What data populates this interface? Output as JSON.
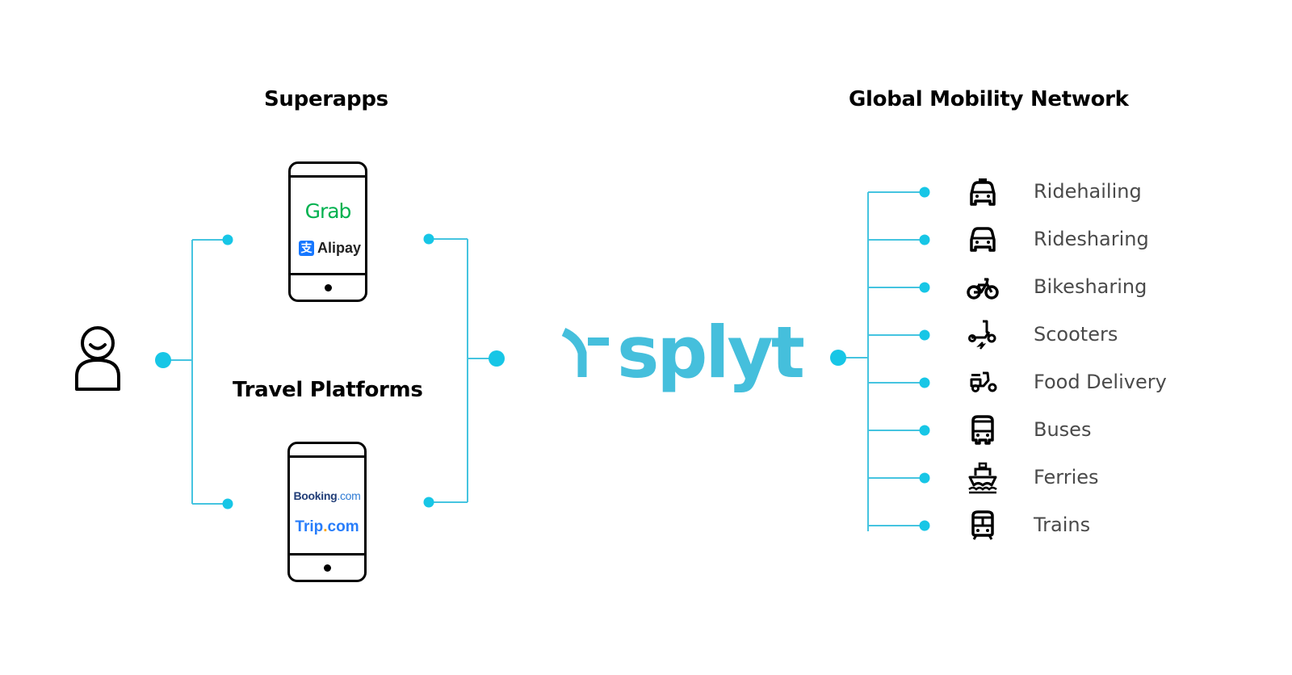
{
  "headings": {
    "superapps": "Superapps",
    "travel_platforms": "Travel Platforms",
    "global_mobility_network": "Global Mobility Network"
  },
  "phones": {
    "superapps": {
      "brands": [
        "Grab",
        "Alipay"
      ],
      "alipay_mark": "支"
    },
    "travel": {
      "booking_main": "Booking",
      "booking_suffix": ".com",
      "trip_main": "Trip",
      "trip_dot": ".",
      "trip_suffix": "com"
    }
  },
  "center_brand": {
    "name": "splyt"
  },
  "user": {
    "icon": "user-icon"
  },
  "mobility_services": [
    {
      "label": "Ridehailing",
      "icon": "taxi-icon"
    },
    {
      "label": "Ridesharing",
      "icon": "car-icon"
    },
    {
      "label": "Bikesharing",
      "icon": "bicycle-icon"
    },
    {
      "label": "Scooters",
      "icon": "electric-scooter-icon"
    },
    {
      "label": "Food Delivery",
      "icon": "delivery-moped-icon"
    },
    {
      "label": "Buses",
      "icon": "bus-icon"
    },
    {
      "label": "Ferries",
      "icon": "ferry-icon"
    },
    {
      "label": "Trains",
      "icon": "train-icon"
    }
  ],
  "colors": {
    "connector": "#45c4e0",
    "node": "#17c6e6",
    "brand": "#45bfdc",
    "grab_green": "#00b14f",
    "alipay_blue": "#1677ff",
    "booking_navy": "#213d77",
    "trip_blue": "#287dfa"
  }
}
